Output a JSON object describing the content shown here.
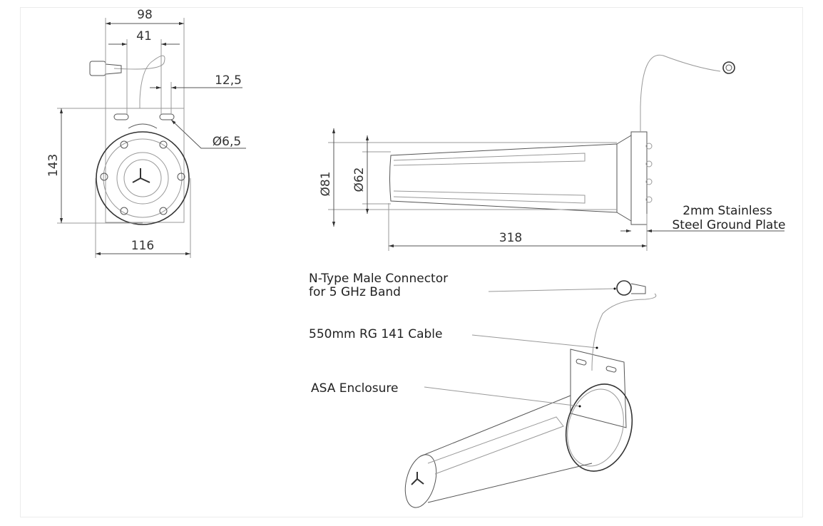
{
  "front_view": {
    "dim_width_top": "98",
    "dim_hole_spacing": "41",
    "dim_hole_offset": "12,5",
    "dim_hole_diameter": "Ø6,5",
    "dim_height": "143",
    "dim_width_bottom": "116"
  },
  "side_view": {
    "dim_outer_diameter": "Ø81",
    "dim_inner_diameter": "Ø62",
    "dim_length": "318",
    "plate_label_line1": "2mm Stainless",
    "plate_label_line2": "Steel Ground Plate"
  },
  "iso_view": {
    "connector_label_line1": "N-Type Male Connector",
    "connector_label_line2": "for 5 GHz Band",
    "cable_label": "550mm RG 141 Cable",
    "enclosure_label": "ASA Enclosure"
  }
}
